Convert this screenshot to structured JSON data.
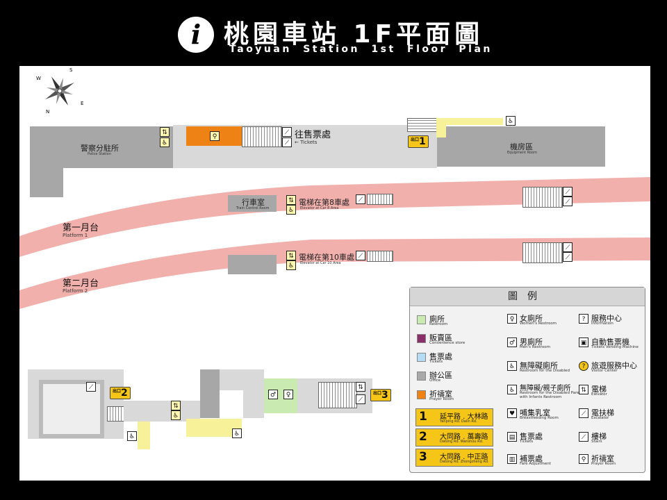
{
  "header": {
    "icon": "info-icon",
    "icon_glyph": "i",
    "title": "桃園車站 1F平面圖",
    "subtitle": "Taoyuan Station 1st Floor Plan"
  },
  "compass": {
    "north": "N",
    "south": "S",
    "east": "E",
    "west": "W"
  },
  "map": {
    "police": {
      "zh": "警察分駐所",
      "en": "Police Station"
    },
    "tickets": {
      "zh": "往售票處",
      "en": "← Tickets"
    },
    "equipment": {
      "zh": "機房區",
      "en": "Equipment Room"
    },
    "control": {
      "zh": "行車室",
      "en": "Train Control Room"
    },
    "elev8": {
      "zh": "電梯在第8車處",
      "en": "Elevator at Car 8 Area"
    },
    "elev10": {
      "zh": "電梯在第10車處",
      "en": "Elevator at Car 10 Area"
    },
    "platform1": {
      "zh": "第一月台",
      "en": "Platform 1"
    },
    "platform2": {
      "zh": "第二月台",
      "en": "Platform 2"
    },
    "exit1": "1",
    "exit2": "2",
    "exit3": "3",
    "exit_prefix": "出口"
  },
  "legend": {
    "title": "圖例",
    "areas": [
      {
        "zh": "廁所",
        "en": "Restroom",
        "color": "#c9eab1"
      },
      {
        "zh": "販賣區",
        "en": "Convenience store",
        "color": "#8b2f6b"
      },
      {
        "zh": "售票處",
        "en": "Tickets",
        "color": "#b6dcf5"
      },
      {
        "zh": "辦公區",
        "en": "Office",
        "color": "#a9a9a9"
      },
      {
        "zh": "祈禱室",
        "en": "Prayer Room",
        "color": "#ef8214"
      }
    ],
    "exits": [
      {
        "num": "1",
        "zh": "延平路 . 大林路",
        "en": "Yanping Rd.     Dalin Rd."
      },
      {
        "num": "2",
        "zh": "大同路 . 萬壽路",
        "en": "Datong Rd.     Wanshou Rd."
      },
      {
        "num": "3",
        "zh": "大同路 . 中正路",
        "en": "Datong Rd.     Zhongzheng Rd."
      }
    ],
    "col2": [
      {
        "icon": "women-restroom-icon",
        "glyph": "♀",
        "zh": "女廁所",
        "en": "Women's Restroom"
      },
      {
        "icon": "men-restroom-icon",
        "glyph": "♂",
        "zh": "男廁所",
        "en": "Men's Restroom"
      },
      {
        "icon": "accessible-restroom-icon",
        "glyph": "♿",
        "zh": "無障礙廁所",
        "en": "Restroom for the Disabled"
      },
      {
        "icon": "family-restroom-icon",
        "glyph": "♿",
        "zh": "無障礙/親子廁所",
        "en": "Restroom for the Disabled Parents with Infants Restroom"
      },
      {
        "icon": "breastfeeding-icon",
        "glyph": "♥",
        "zh": "哺集乳室",
        "en": "Breastfeeding Room"
      },
      {
        "icon": "tickets-icon",
        "glyph": "▤",
        "zh": "售票處",
        "en": "Tickets"
      },
      {
        "icon": "fare-adjustment-icon",
        "glyph": "▥",
        "zh": "補票處",
        "en": "Fare Adjustment"
      }
    ],
    "col3": [
      {
        "icon": "information-icon",
        "glyph": "?",
        "zh": "服務中心",
        "en": "Information"
      },
      {
        "icon": "ticket-machine-icon",
        "glyph": "▣",
        "zh": "自動售票機",
        "en": "Tickets Vending Machine"
      },
      {
        "icon": "visitor-center-icon",
        "glyph": "?",
        "zh": "旅遊服務中心",
        "en": "Visitor Center"
      },
      {
        "icon": "elevator-icon",
        "glyph": "⇅",
        "zh": "電梯",
        "en": "Elevator"
      },
      {
        "icon": "escalator-icon",
        "glyph": "⟋",
        "zh": "電扶梯",
        "en": "Escalator"
      },
      {
        "icon": "stairs-icon",
        "glyph": "⟋",
        "zh": "樓梯",
        "en": "Stairs"
      },
      {
        "icon": "prayer-room-icon",
        "glyph": "⚲",
        "zh": "祈禱室",
        "en": "Prayer Room"
      }
    ]
  }
}
